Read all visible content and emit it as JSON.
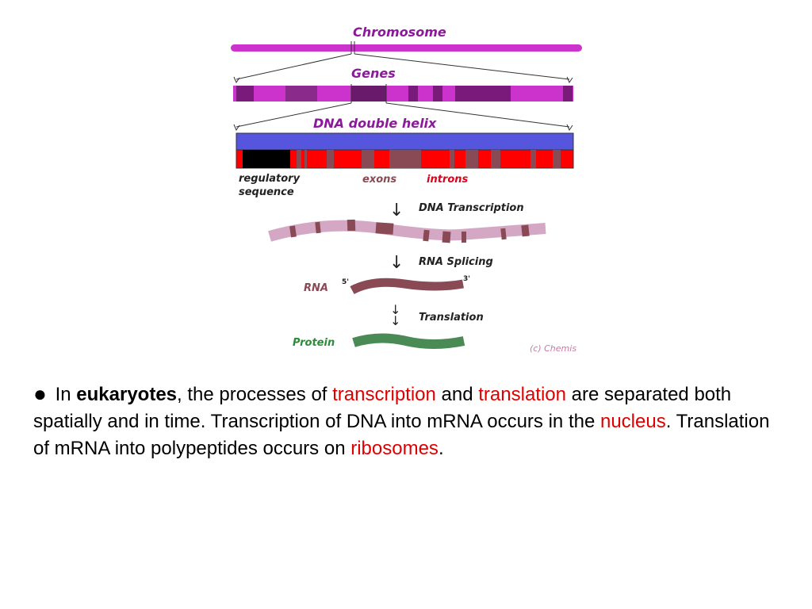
{
  "diagram": {
    "chromosome_label": "Chromosome",
    "genes_label": "Genes",
    "dna_label": "DNA double helix",
    "regulatory_label_1": "regulatory",
    "regulatory_label_2": "sequence",
    "exons_label": "exons",
    "introns_label": "introns",
    "transcription_label": "DNA Transcription",
    "splicing_label": "RNA Splicing",
    "rna_label": "RNA",
    "five_prime": "5'",
    "three_prime": "3'",
    "translation_label": "Translation",
    "protein_label": "Protein",
    "credit": "(c) Chemis",
    "colors": {
      "chromosome": "#cc33cc",
      "genes_light": "#cc33cc",
      "genes_dark": "#7a1a7a",
      "helix_blue": "#5555dd",
      "helix_red": "#ff0000",
      "helix_brown": "#8a4a55",
      "helix_black": "#000000",
      "pre_mrna": "#d4a8c4",
      "pre_mrna_band": "#8a4a55",
      "mrna": "#8a4a55",
      "protein": "#4a8a55"
    }
  },
  "caption": {
    "bullet": "●",
    "in": "In",
    "eukaryotes": "eukaryotes",
    "part1": ", the processes of",
    "transcription": "transcription",
    "and": "and",
    "translation": "translation",
    "part2": "are separated both spatially and in time. Transcription of DNA into mRNA occurs in the",
    "nucleus": "nucleus",
    "part3": ". Translation of mRNA into polypeptides occurs on",
    "ribosomes": "ribosomes",
    "end": "."
  }
}
